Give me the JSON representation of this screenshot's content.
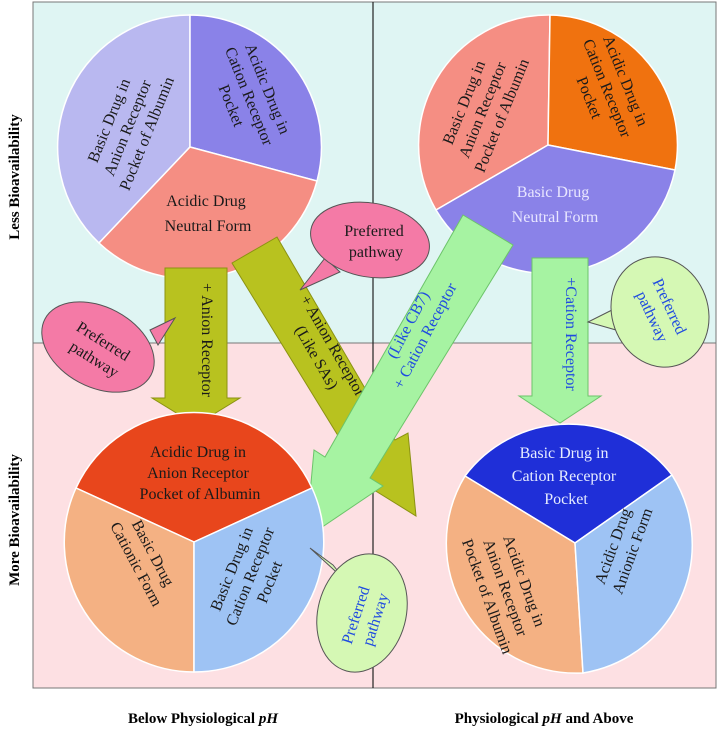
{
  "axes": {
    "top_left_label": "Less Bioavailability",
    "bottom_left_label": "More Bioavailability",
    "bottom_left_caption_prefix": "Below Physiological ",
    "bottom_left_caption_italic": "pH",
    "bottom_right_caption_prefix": "Physiological ",
    "bottom_right_caption_italic": "pH",
    "bottom_right_caption_suffix": " and Above"
  },
  "circles": {
    "top_left": {
      "seg_basic": [
        "Basic Drug in",
        "Anion Receptor",
        "Pocket of Albumin"
      ],
      "seg_acidic": [
        "Acidic Drug in",
        "Cation Receptor",
        "Pocket"
      ],
      "seg_neutral": [
        "Acidic Drug",
        "Neutral Form"
      ]
    },
    "top_right": {
      "seg_basic": [
        "Basic Drug in",
        "Anion Receptor",
        "Pocket of Albumin"
      ],
      "seg_acidic": [
        "Acidic Drug in",
        "Cation Receptor",
        "Pocket"
      ],
      "seg_neutral": [
        "Basic Drug",
        "Neutral Form"
      ]
    },
    "bottom_left": {
      "seg_top": [
        "Acidic Drug in",
        "Anion Receptor",
        "Pocket of Albumin"
      ],
      "seg_left": [
        "Basic Drug",
        "Cationic Form"
      ],
      "seg_right": [
        "Basic Drug in",
        "Cation Receptor",
        "Pocket"
      ]
    },
    "bottom_right": {
      "seg_top": [
        "Basic Drug in",
        "Cation Receptor",
        "Pocket"
      ],
      "seg_left": [
        "Acidic Drug in",
        "Anion Receptor",
        "Pocket of Albumin"
      ],
      "seg_right": [
        "Acidic Drug",
        "Anionic Form"
      ]
    }
  },
  "arrows": {
    "left_vertical": "+ Anion Receptor",
    "diag_anion": [
      "+ Anion Receptor",
      "(Like SAs)"
    ],
    "diag_cation": [
      "+ Cation Receptor",
      "(Like CB7)"
    ],
    "right_vertical": "+Cation Receptor"
  },
  "bubbles": {
    "left": [
      "Preferred",
      "pathway"
    ],
    "center_top": [
      "Preferred",
      "pathway"
    ],
    "center_bottom": [
      "Preferred",
      "pathway"
    ],
    "right": [
      "Preferred",
      "pathway"
    ]
  },
  "colors": {
    "top_bg": "#dff5f3",
    "bottom_bg": "#fde0e3",
    "salmon": "#f58e83",
    "periwinkle": "#8a82e8",
    "lavender": "#b9b8f0",
    "orange": "#f0720f",
    "red_orange": "#e8461c",
    "peach": "#f4b183",
    "sky": "#9ec3f4",
    "royal_blue": "#1f2fd8",
    "olive_arrow": "#b8c21f",
    "mint_arrow": "#a6f3a2",
    "pink_bubble": "#f47aa6",
    "green_bubble": "#d5f8b4"
  }
}
